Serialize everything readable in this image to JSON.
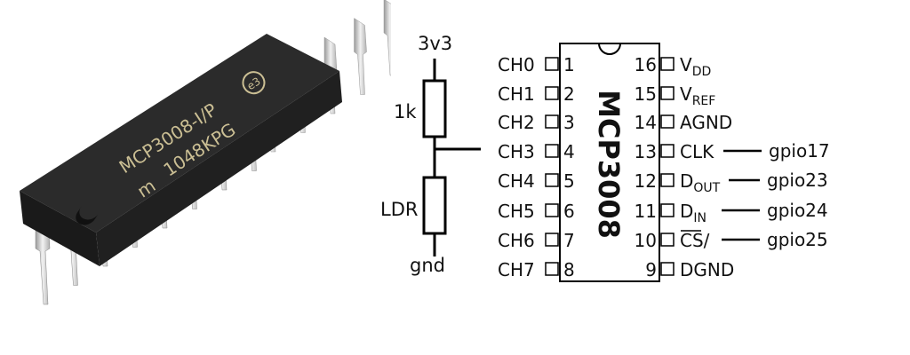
{
  "photo": {
    "chip_marking_line1": "MCP3008-I/P",
    "chip_marking_logo": "e3",
    "chip_marking_line2": "1048KPG"
  },
  "divider": {
    "top_label": "3v3",
    "resistor_label": "1k",
    "ldr_label": "LDR",
    "bottom_label": "gnd"
  },
  "chip": {
    "name": "MCP3008",
    "left_pins": [
      {
        "num": "1",
        "label": "CH0"
      },
      {
        "num": "2",
        "label": "CH1"
      },
      {
        "num": "3",
        "label": "CH2"
      },
      {
        "num": "4",
        "label": "CH3"
      },
      {
        "num": "5",
        "label": "CH4"
      },
      {
        "num": "6",
        "label": "CH5"
      },
      {
        "num": "7",
        "label": "CH6"
      },
      {
        "num": "8",
        "label": "CH7"
      }
    ],
    "right_pins": [
      {
        "num": "16",
        "label": "V",
        "sub": "DD",
        "gpio": ""
      },
      {
        "num": "15",
        "label": "V",
        "sub": "REF",
        "gpio": ""
      },
      {
        "num": "14",
        "label": "AGND",
        "sub": "",
        "gpio": ""
      },
      {
        "num": "13",
        "label": "CLK",
        "sub": "",
        "gpio": "gpio17"
      },
      {
        "num": "12",
        "label": "D",
        "sub": "OUT",
        "gpio": "gpio23"
      },
      {
        "num": "11",
        "label": "D",
        "sub": "IN",
        "gpio": "gpio24"
      },
      {
        "num": "10",
        "label": "CS/",
        "sub": "",
        "gpio": "gpio25"
      },
      {
        "num": "9",
        "label": "DGND",
        "sub": "",
        "gpio": ""
      }
    ]
  }
}
